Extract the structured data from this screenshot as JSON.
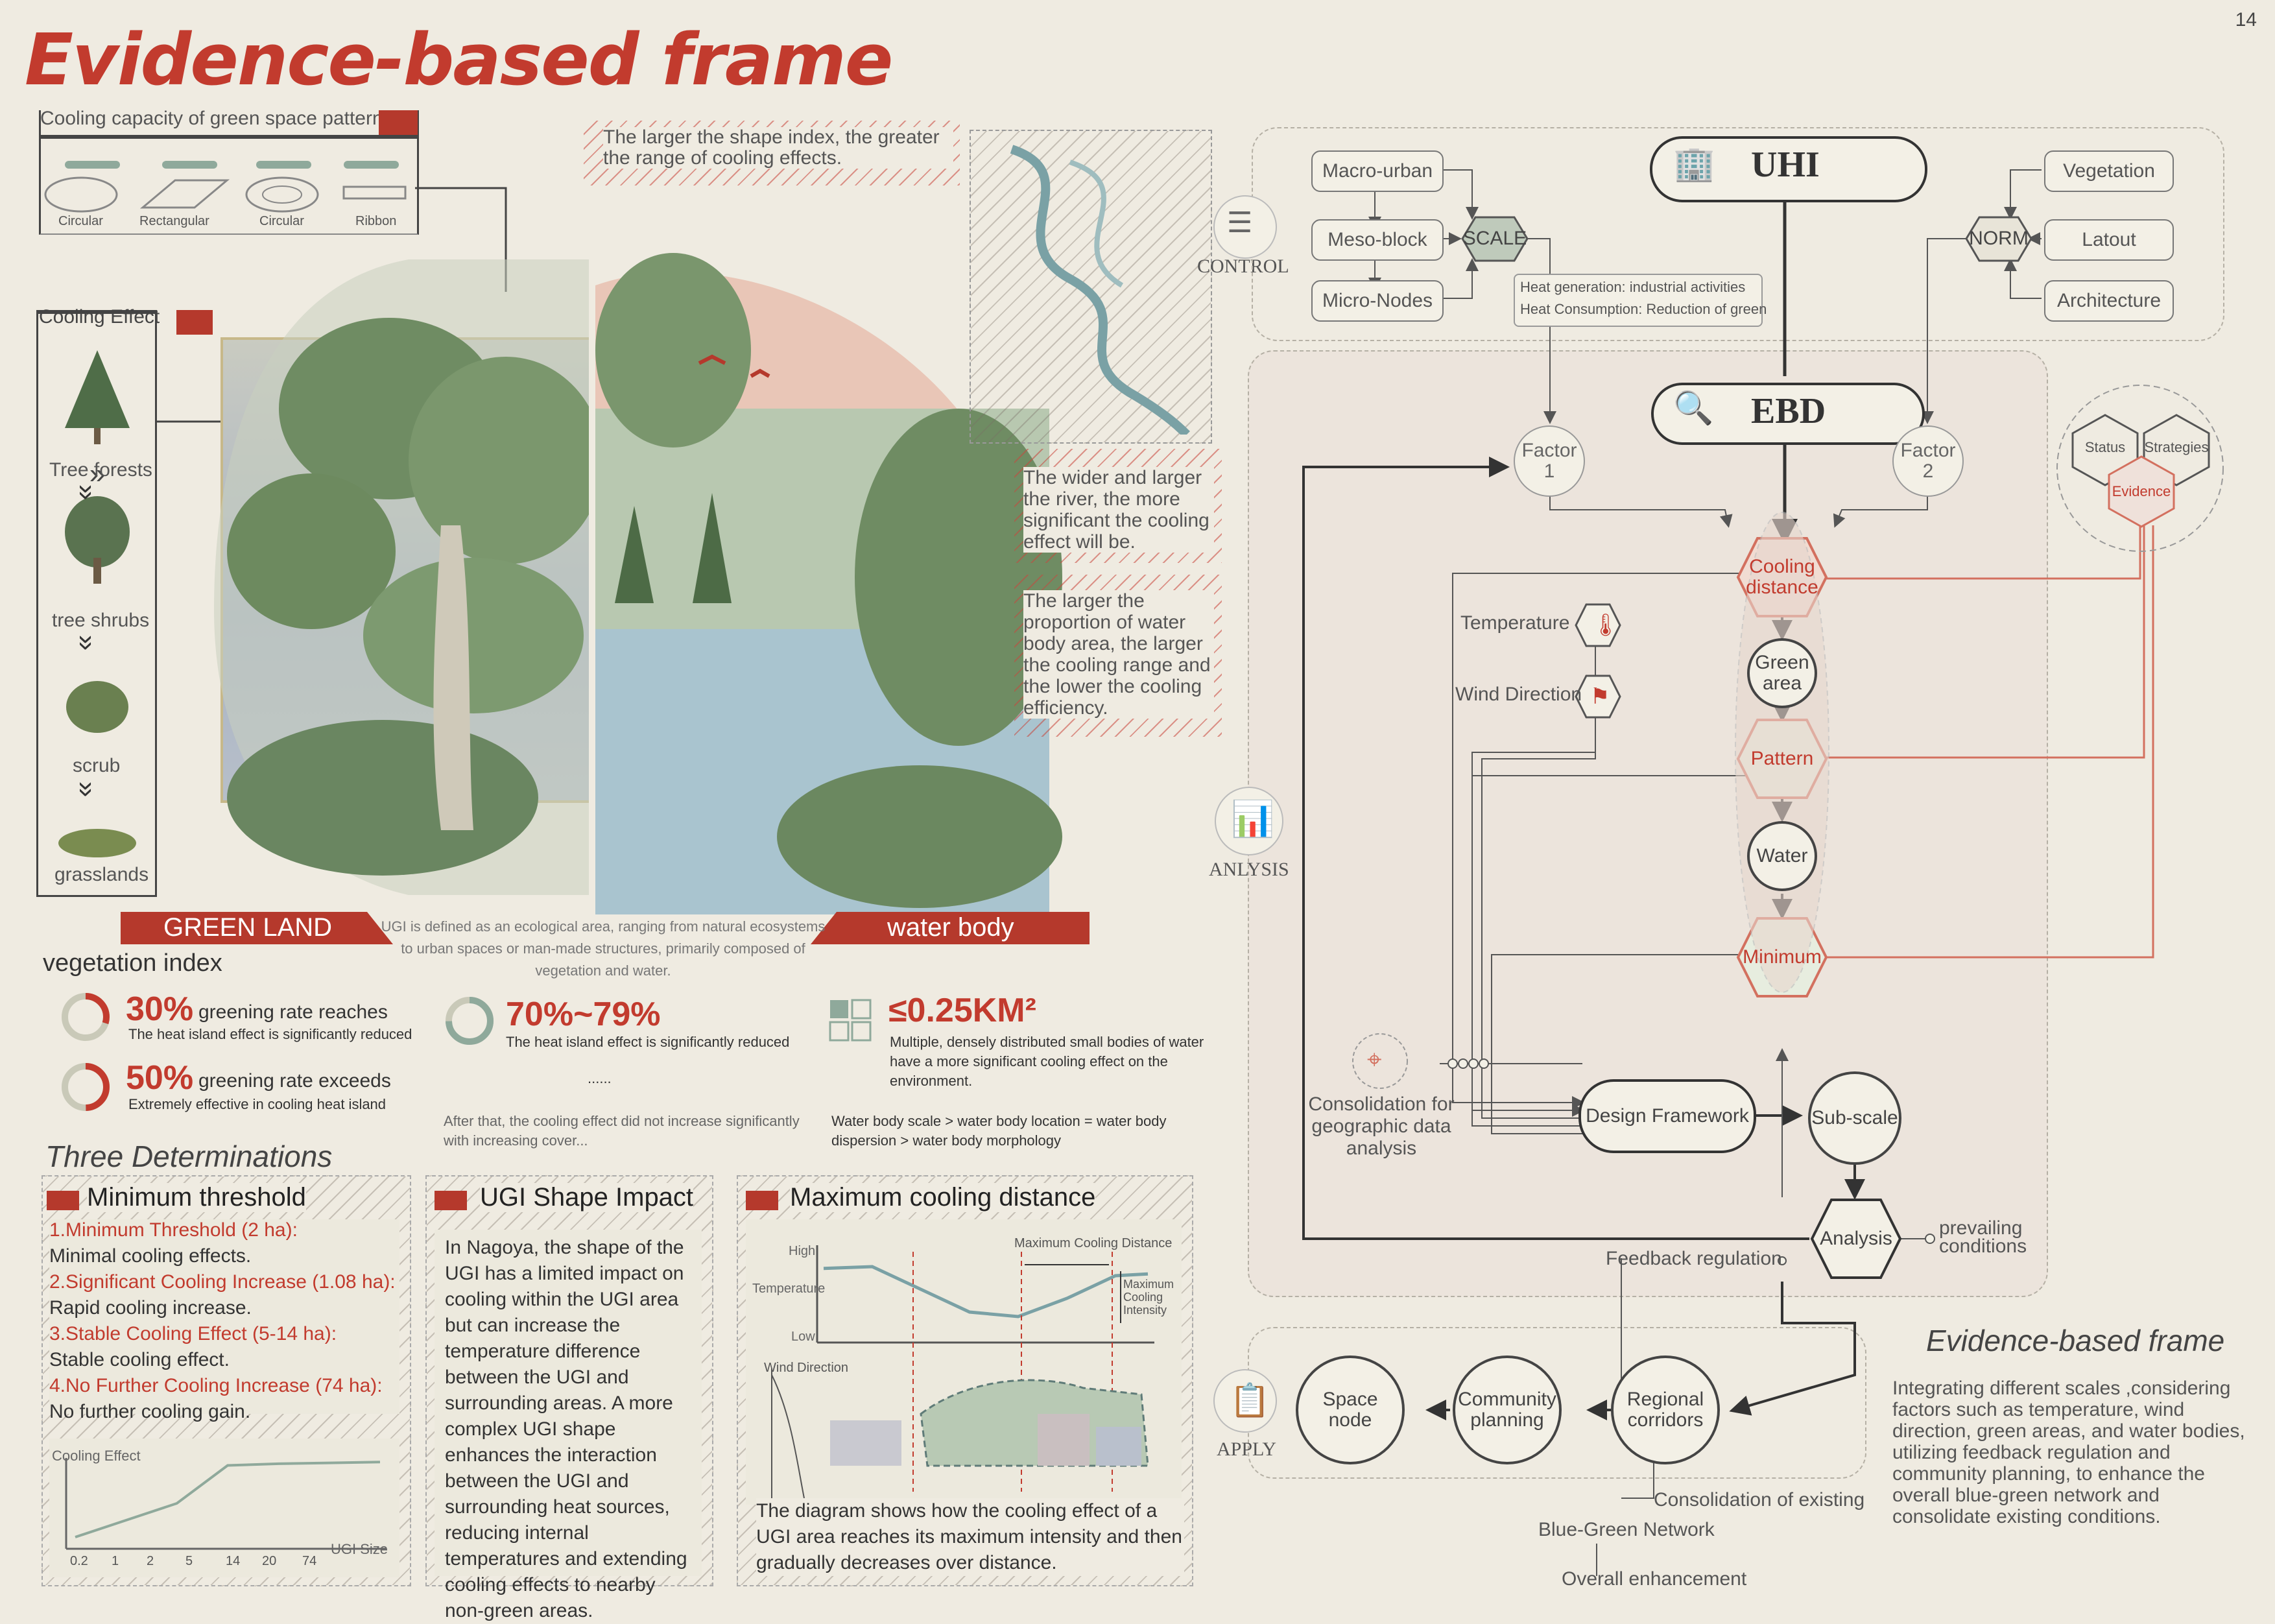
{
  "page_number": "14",
  "title": "Evidence-based frame",
  "patterns": {
    "heading": "Cooling capacity of green space patterns",
    "items": [
      "Circular",
      "Rectangular",
      "Circular",
      "Ribbon"
    ]
  },
  "cooling_effect": {
    "heading": "Cooling Effect",
    "items": [
      "Tree forests",
      "tree shrubs",
      "scrub",
      "grasslands"
    ]
  },
  "callouts": {
    "shape_index": "The larger the shape index, the greater the range of cooling effects.",
    "river": "The wider and larger the river, the more significant the cooling effect will be.",
    "water_body": "The larger the proportion of water body area, the larger the cooling range and the lower the cooling efficiency."
  },
  "banners": {
    "green_land": "GREEN LAND",
    "water_body": "water body",
    "ugi_definition": "UGI is defined as an ecological area, ranging from natural ecosystems to urban spaces or man-made structures, primarily composed of vegetation and water."
  },
  "vegetation_index": {
    "heading": "vegetation index",
    "stat1_pct": "30%",
    "stat1_label": "greening rate reaches",
    "stat1_desc": "The heat island effect is significantly reduced",
    "stat2_pct": "50%",
    "stat2_label": "greening rate exceeds",
    "stat2_desc": "Extremely effective in cooling heat island",
    "stat3_pct": "70%~79%",
    "stat3_desc": "The heat island effect is significantly reduced",
    "ellipsis": "......",
    "after": "After that, the cooling effect did not increase significantly with increasing cover...",
    "stat4_pct": "≤0.25KM²",
    "stat4_desc": "Multiple, densely distributed small bodies of water have a more significant cooling effect on the environment.",
    "water_rank": "Water body scale > water body location = water body dispersion > water body morphology"
  },
  "three": {
    "heading": "Three Determinations",
    "min_threshold": {
      "title": "Minimum threshold",
      "items": [
        {
          "head": "1.Minimum Threshold (2 ha):",
          "body": "Minimal cooling effects."
        },
        {
          "head": "2.Significant Cooling Increase (1.08 ha):",
          "body": "Rapid cooling increase."
        },
        {
          "head": "3.Stable Cooling Effect (5-14 ha):",
          "body": "Stable cooling effect."
        },
        {
          "head": "4.No Further Cooling Increase (74 ha):",
          "body": "No further cooling gain."
        }
      ],
      "chart_ylabel": "Cooling Effect",
      "chart_xlabel": "UGI Size",
      "ticks": [
        "0.2",
        "1",
        "2",
        "5",
        "14",
        "20",
        "74"
      ]
    },
    "shape": {
      "title": "UGI Shape Impact",
      "text": "In Nagoya, the shape of the UGI has a limited impact on cooling within the UGI area but can increase the temperature difference between the UGI and surrounding areas. A more complex UGI shape enhances the interaction between the UGI and surrounding heat sources, reducing internal temperatures and extending cooling effects to nearby non-green areas."
    },
    "maxdist": {
      "title": "Maximum cooling distance",
      "high": "High",
      "low": "Low",
      "temperature": "Temperature",
      "max_cooling_distance": "Maximum Cooling Distance",
      "max_cooling_intensity": "Maximum Cooling Intensity",
      "wind_direction": "Wind Direction",
      "text": "The diagram shows how the cooling effect of a UGI area reaches its maximum intensity and then gradually decreases over distance."
    }
  },
  "flow": {
    "control": "CONTROL",
    "macro": "Macro-urban",
    "meso": "Meso-block",
    "micro": "Micro-Nodes",
    "scale": "SCALE",
    "heat_gen": "Heat generation: industrial activities",
    "heat_con": "Heat Consumption: Reduction of green",
    "uhi": "UHI",
    "norm": "NORM",
    "vegetation": "Vegetation",
    "latout": "Latout",
    "architecture": "Architecture",
    "ebd": "EBD",
    "factor1": "Factor 1",
    "factor2": "Factor 2",
    "status": "Status",
    "strategies": "Strategies",
    "evidence": "Evidence",
    "cooling_distance": "Cooling distance",
    "temperature": "Temperature",
    "wind_direction": "Wind Direction",
    "green_area": "Green area",
    "pattern": "Pattern",
    "water": "Water",
    "minimum": "Minimum",
    "anlysis": "ANLYSIS",
    "consolidation_geo": "Consolidation for geographic data analysis",
    "design_framework": "Design Framework",
    "sub_scale": "Sub-scale",
    "feedback": "Feedback regulation",
    "analysis": "Analysis",
    "prevailing": "prevailing conditions",
    "apply": "APPLY",
    "space_node": "Space node",
    "community": "Community planning",
    "regional": "Regional corridors",
    "consolidation_existing": "Consolidation of existing",
    "blue_green": "Blue-Green Network",
    "overall": "Overall enhancement"
  },
  "summary": {
    "title": "Evidence-based frame",
    "text": "Integrating different scales ,considering factors such as temperature, wind direction, green areas, and water bodies, utilizing feedback regulation and community planning, to enhance the overall blue-green network and consolidate existing conditions."
  },
  "chart_data": [
    {
      "type": "line",
      "title": "",
      "xlabel": "UGI Size",
      "ylabel": "Cooling Effect",
      "categories": [
        "0.2",
        "1",
        "2",
        "5",
        "14",
        "20",
        "74"
      ],
      "values": [
        0.1,
        0.3,
        0.5,
        0.95,
        0.97,
        0.98,
        0.99
      ]
    },
    {
      "type": "line",
      "title": "",
      "xlabel": "",
      "ylabel": "Temperature",
      "y_ticks": [
        "High",
        "Low"
      ],
      "x": [
        0,
        0.15,
        0.3,
        0.45,
        0.6,
        0.75,
        0.9,
        1.0
      ],
      "values": [
        0.78,
        0.8,
        0.55,
        0.3,
        0.25,
        0.45,
        0.7,
        0.72
      ]
    }
  ]
}
